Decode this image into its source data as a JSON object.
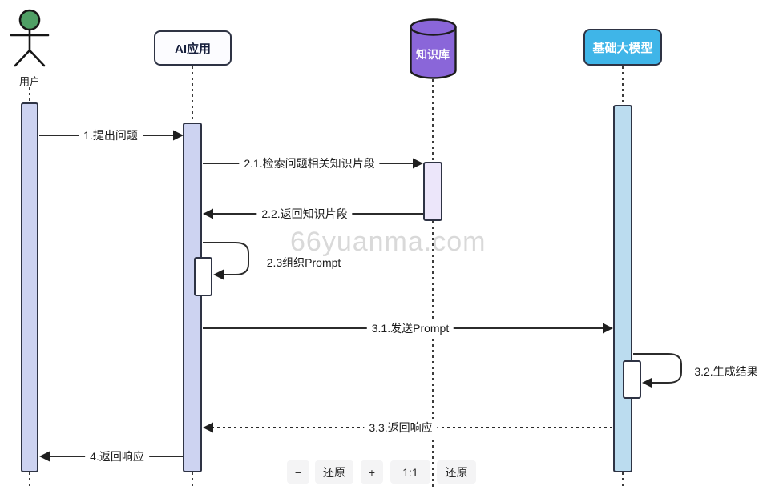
{
  "participants": {
    "user": {
      "label": "用户",
      "type": "actor"
    },
    "ai_app": {
      "label": "AI应用",
      "type": "box"
    },
    "knowledge_base": {
      "label": "知识库",
      "type": "database"
    },
    "llm": {
      "label": "基础大模型",
      "type": "box"
    }
  },
  "messages": {
    "m1": {
      "label": "1.提出问题",
      "from": "user",
      "to": "ai_app",
      "style": "solid"
    },
    "m2_1": {
      "label": "2.1.检索问题相关知识片段",
      "from": "ai_app",
      "to": "knowledge_base",
      "style": "solid"
    },
    "m2_2": {
      "label": "2.2.返回知识片段",
      "from": "knowledge_base",
      "to": "ai_app",
      "style": "solid"
    },
    "m2_3": {
      "label": "2.3组织Prompt",
      "from": "ai_app",
      "to": "ai_app",
      "style": "self-loop"
    },
    "m3_1": {
      "label": "3.1.发送Prompt",
      "from": "ai_app",
      "to": "llm",
      "style": "solid"
    },
    "m3_2": {
      "label": "3.2.生成结果",
      "from": "llm",
      "to": "llm",
      "style": "self-loop"
    },
    "m3_3": {
      "label": "3.3.返回响应",
      "from": "llm",
      "to": "ai_app",
      "style": "dashed"
    },
    "m4": {
      "label": "4.返回响应",
      "from": "ai_app",
      "to": "user",
      "style": "solid"
    }
  },
  "watermark": "66yuanma.com",
  "toolbar": {
    "zoom_out": "−",
    "reset_left": "还原",
    "zoom_in": "+",
    "actual_size": "1:1",
    "reset_right": "还原"
  },
  "colors": {
    "actor_head_green": "#4F9F65",
    "activation_lavender": "#CDD3F1",
    "activation_light_purple": "#ECE6FA",
    "activation_light_blue": "#BBDCEF",
    "database_purple": "#8A66D9",
    "llm_box_blue": "#3FB5E8",
    "line_dark": "#2b2b2b"
  }
}
